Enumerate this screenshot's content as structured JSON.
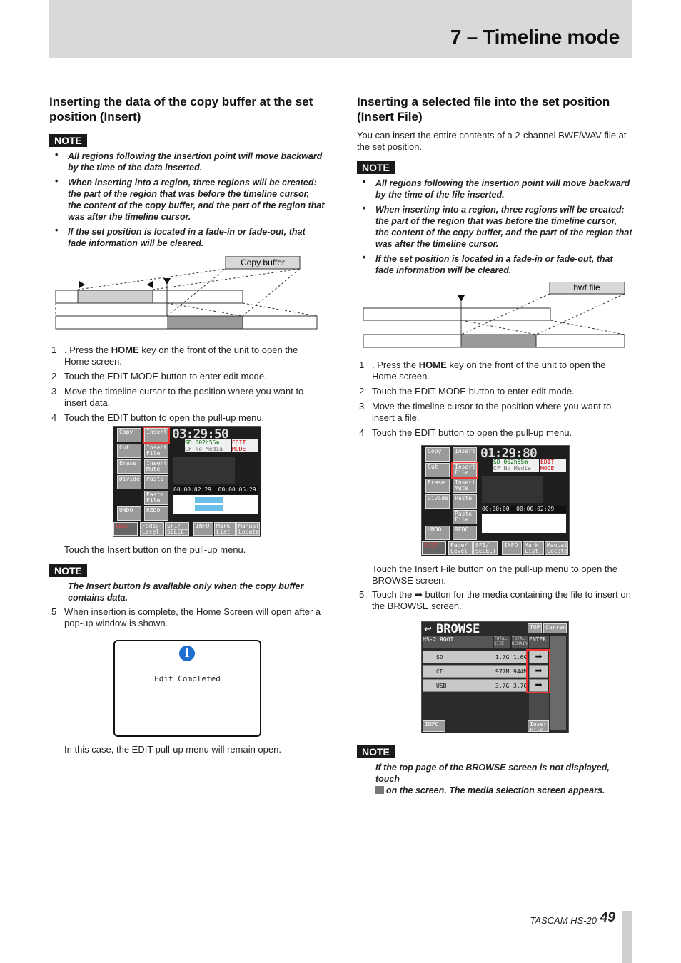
{
  "header": {
    "title": "7 – Timeline mode"
  },
  "left": {
    "title": "Inserting the data of the copy buffer at the set position (Insert)",
    "note_label": "NOTE",
    "notes": [
      "All regions following the insertion point will move backward by the time of the data inserted.",
      "When inserting into a region, three regions will be created: the part of the region that was before the timeline cursor, the content of the copy buffer, and the part of the region that was after the timeline cursor.",
      "If the set position is located in a fade-in or fade-out, that fade information will be cleared."
    ],
    "diagram_label": "Copy buffer",
    "steps": [
      {
        "n": "1",
        "pre": "Press the ",
        "bold": "HOME",
        "post": " key on the front of the unit to open the Home screen."
      },
      {
        "n": "2",
        "text": "Touch the EDIT MODE button to enter edit mode."
      },
      {
        "n": "3",
        "text": "Move the timeline cursor to the position where you want to insert data."
      },
      {
        "n": "4",
        "text": "Touch the EDIT button to open the pull-up menu."
      }
    ],
    "after_screen": "Touch the Insert button on the pull-up menu.",
    "note2_label": "NOTE",
    "note2": "The Insert button is available only when the copy buffer contains data.",
    "step5": {
      "n": "5",
      "text": "When insertion is complete, the Home Screen will open after a pop-up window is shown."
    },
    "popup_text": "Edit Completed",
    "closing": "In this case, the EDIT pull-up menu will remain open.",
    "screen": {
      "timecode": "03:29:50",
      "buttons": [
        "Copy",
        "Insert",
        "Cut",
        "Insert File",
        "Erase",
        "Insert Mute",
        "Divide",
        "Paste",
        "Paste File",
        "UNDO",
        "REDO"
      ],
      "media": "SD  002h55m",
      "cf": "CF  No Media",
      "edit_mode": "EDIT MODE",
      "times": [
        "00:00:02:29",
        "00:00:05:29"
      ],
      "bottom": [
        "EDIT",
        "Fade/ Level",
        "SF1/ SELECT",
        "INFO",
        "Mark List",
        "Manual Locate"
      ]
    }
  },
  "right": {
    "title": "Inserting a selected file into the set position (Insert File)",
    "intro": "You can insert the entire contents of a 2-channel BWF/WAV file at the set position.",
    "note_label": "NOTE",
    "notes": [
      "All regions following the insertion point will move backward by the time of the file inserted.",
      "When inserting into a region, three regions will be created: the part of the region that was before the timeline cursor, the content of the copy buffer, and the part of the region that was after the timeline cursor.",
      "If the set position is located in a fade-in or fade-out, that fade information will be cleared."
    ],
    "diagram_label": "bwf file",
    "steps": [
      {
        "n": "1",
        "pre": "Press the ",
        "bold": "HOME",
        "post": " key on the front of the unit to open the Home screen."
      },
      {
        "n": "2",
        "text": "Touch the EDIT MODE button to enter edit mode."
      },
      {
        "n": "3",
        "text": "Move the timeline cursor to the position where you want to insert a file."
      },
      {
        "n": "4",
        "text": "Touch the EDIT button to open the pull-up menu."
      }
    ],
    "after_screen": "Touch the Insert File button on the pull-up menu to open the BROWSE screen.",
    "step5": {
      "n": "5",
      "pre": "Touch the ",
      "arrow": "➡",
      "post": " button for the media containing the file to insert on the BROWSE screen."
    },
    "screen": {
      "timecode": "01:29:80",
      "times": [
        "00:00:00",
        "00:00:02:29"
      ]
    },
    "browse": {
      "title": "BROWSE",
      "top": "TOP",
      "current": "Current",
      "root": "HS-2 ROOT",
      "col1": "TOTAL SIZE",
      "col2": "TOTAL REMAIN",
      "enter": "ENTER",
      "rows": [
        {
          "name": "SD",
          "size": "1.7G",
          "remain": "1.6G"
        },
        {
          "name": "CF",
          "size": "977M",
          "remain": "944M"
        },
        {
          "name": "USB",
          "size": "3.7G",
          "remain": "3.7G"
        }
      ],
      "info": "INFO",
      "insert_file": "Insert File"
    },
    "note2_label": "NOTE",
    "note2_pre": "If the top page of the BROWSE screen is not displayed, touch",
    "note2_post": "on the screen. The media selection screen appears."
  },
  "footer": {
    "brand": "TASCAM HS-20",
    "page": "49"
  }
}
